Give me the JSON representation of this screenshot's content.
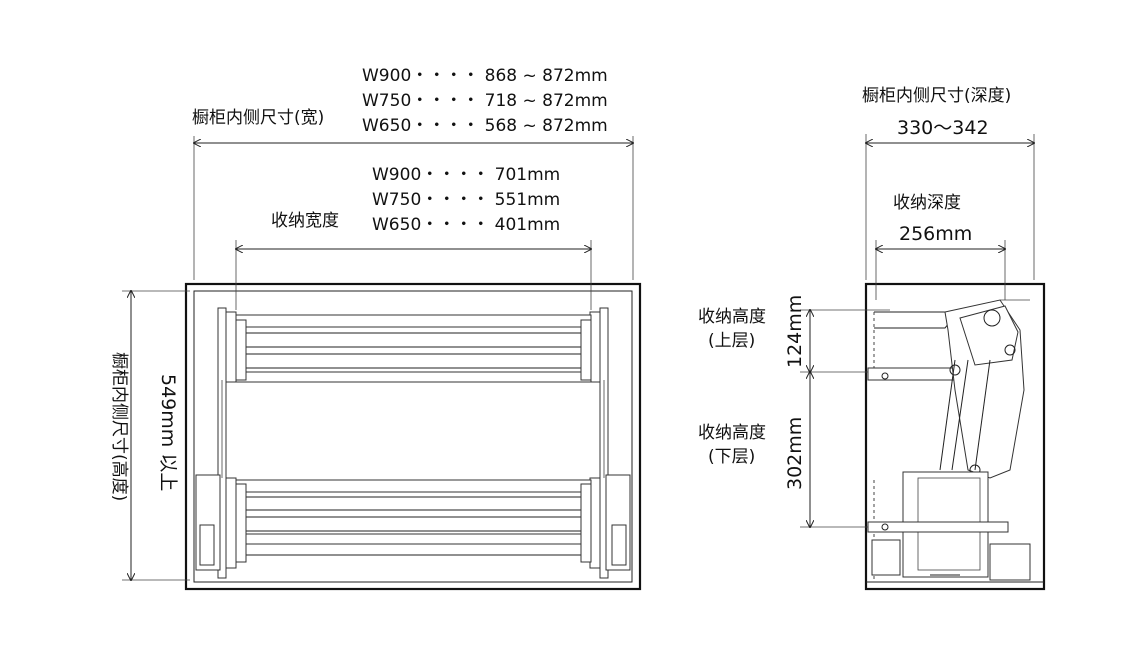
{
  "front_view": {
    "cabinet_inner_width_label": "橱柜内侧尺寸(宽)",
    "cabinet_inner_width_values": [
      "W900・・・・ 868 ~ 872mm",
      "W750・・・・ 718 ~ 872mm",
      "W650・・・・ 568 ~ 872mm"
    ],
    "storage_width_label": "收纳宽度",
    "storage_width_values": [
      "W900・・・・ 701mm",
      "W750・・・・ 551mm",
      "W650・・・・ 401mm"
    ],
    "cabinet_inner_height_label": "橱柜内侧尺寸(高度)",
    "cabinet_inner_height_value": "549mm 以上"
  },
  "side_view": {
    "cabinet_inner_depth_label": "橱柜内侧尺寸(深度)",
    "cabinet_inner_depth_value": "330～342",
    "storage_depth_label": "收纳深度",
    "storage_depth_value": "256mm",
    "upper_height_label_line1": "收纳高度",
    "upper_height_label_line2": "(上层)",
    "upper_height_value": "124mm",
    "lower_height_label_line1": "收纳高度",
    "lower_height_label_line2": "(下层)",
    "lower_height_value": "302mm"
  }
}
